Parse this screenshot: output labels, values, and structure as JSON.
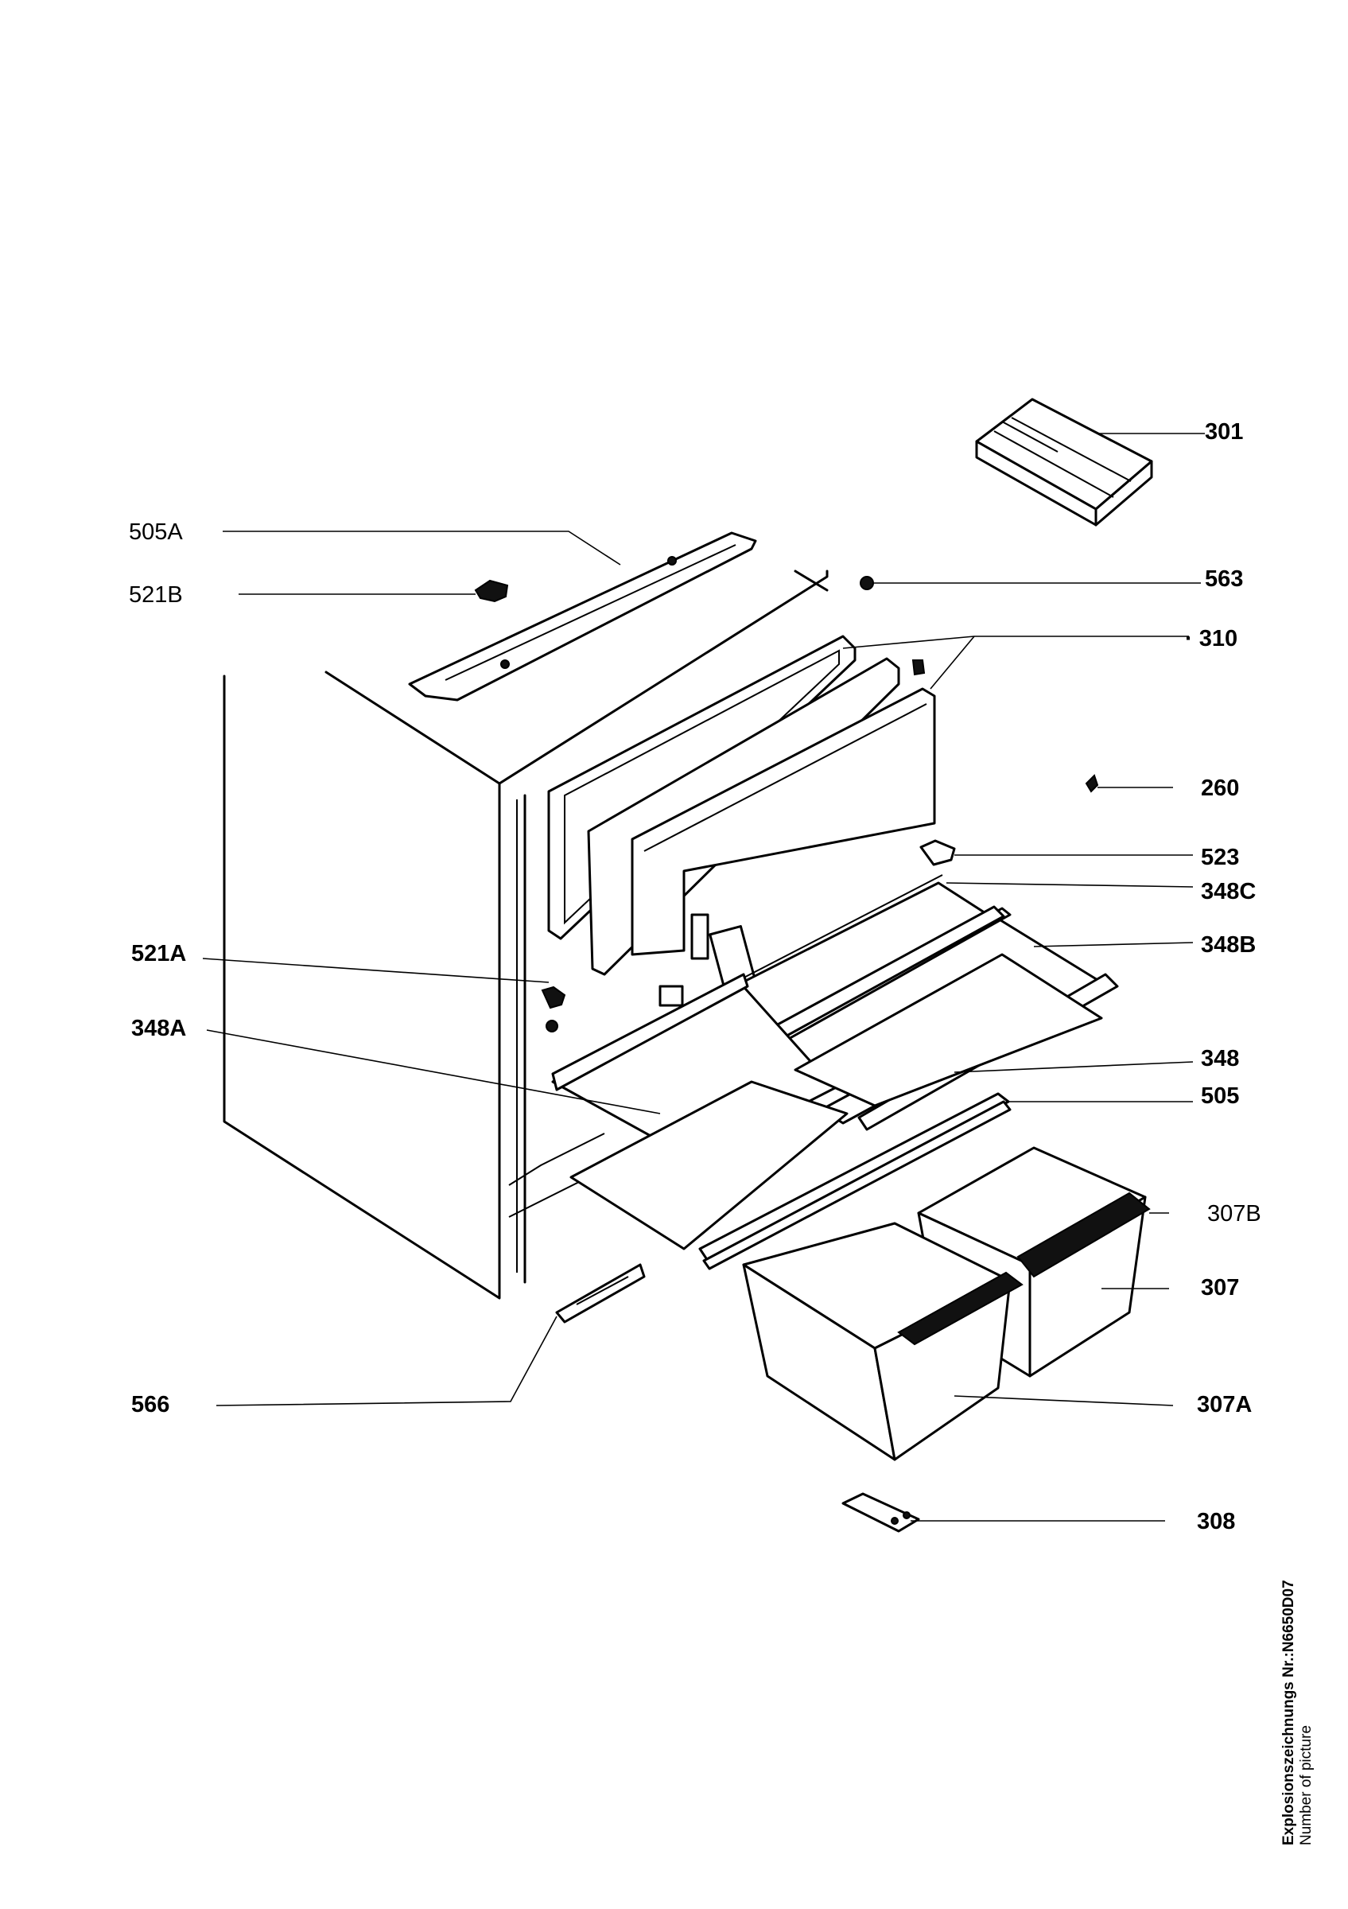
{
  "part_labels": [
    {
      "id": "lbl-301",
      "text": "301"
    },
    {
      "id": "lbl-505A",
      "text": "505A"
    },
    {
      "id": "lbl-521B",
      "text": "521B"
    },
    {
      "id": "lbl-563",
      "text": "563"
    },
    {
      "id": "lbl-310",
      "text": "· 310"
    },
    {
      "id": "lbl-260",
      "text": "260"
    },
    {
      "id": "lbl-523",
      "text": "523"
    },
    {
      "id": "lbl-348C",
      "text": "348C"
    },
    {
      "id": "lbl-521A",
      "text": "521A"
    },
    {
      "id": "lbl-348B",
      "text": "348B"
    },
    {
      "id": "lbl-348A",
      "text": "348A"
    },
    {
      "id": "lbl-348",
      "text": "348"
    },
    {
      "id": "lbl-505",
      "text": "505"
    },
    {
      "id": "lbl-307B",
      "text": "307B"
    },
    {
      "id": "lbl-307",
      "text": "307"
    },
    {
      "id": "lbl-566",
      "text": "566"
    },
    {
      "id": "lbl-307A",
      "text": "307A"
    },
    {
      "id": "lbl-308",
      "text": "308"
    }
  ],
  "side_note": {
    "line1": "Explosionszeichnungs Nr.:N6650D07",
    "line2": "Number of picture"
  }
}
